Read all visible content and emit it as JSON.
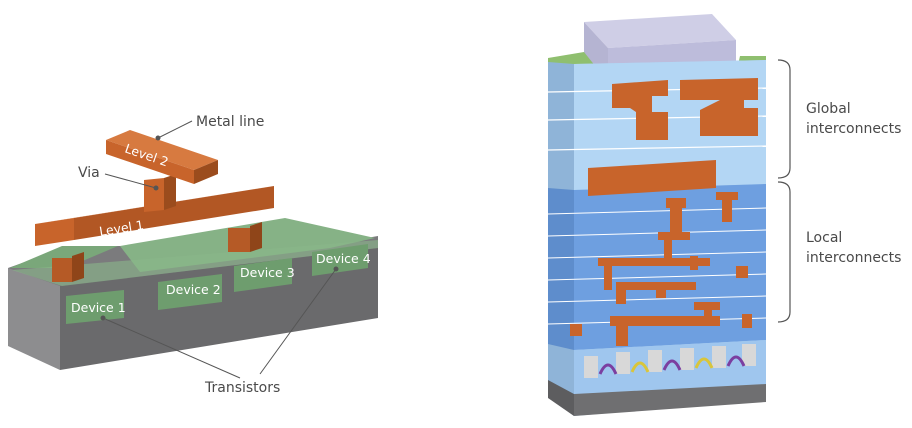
{
  "left_diagram": {
    "metal_line_label": "Metal line",
    "via_label": "Via",
    "level2_label": "Level 2",
    "level1_label": "Level 1",
    "devices": [
      "Device 1",
      "Device 2",
      "Device 3",
      "Device 4"
    ],
    "transistors_label": "Transistors"
  },
  "right_diagram": {
    "global_label_line1": "Global",
    "global_label_line2": "interconnects",
    "local_label_line1": "Local",
    "local_label_line2": "interconnects"
  },
  "colors": {
    "copper": "#c8642b",
    "copper_dark": "#a0501f",
    "device_green": "#6e9d6e",
    "substrate": "#6f6f71",
    "dielectric_light": "#a9cdee",
    "dielectric_dark": "#6e9fe0",
    "cap": "#b9b8d8"
  }
}
